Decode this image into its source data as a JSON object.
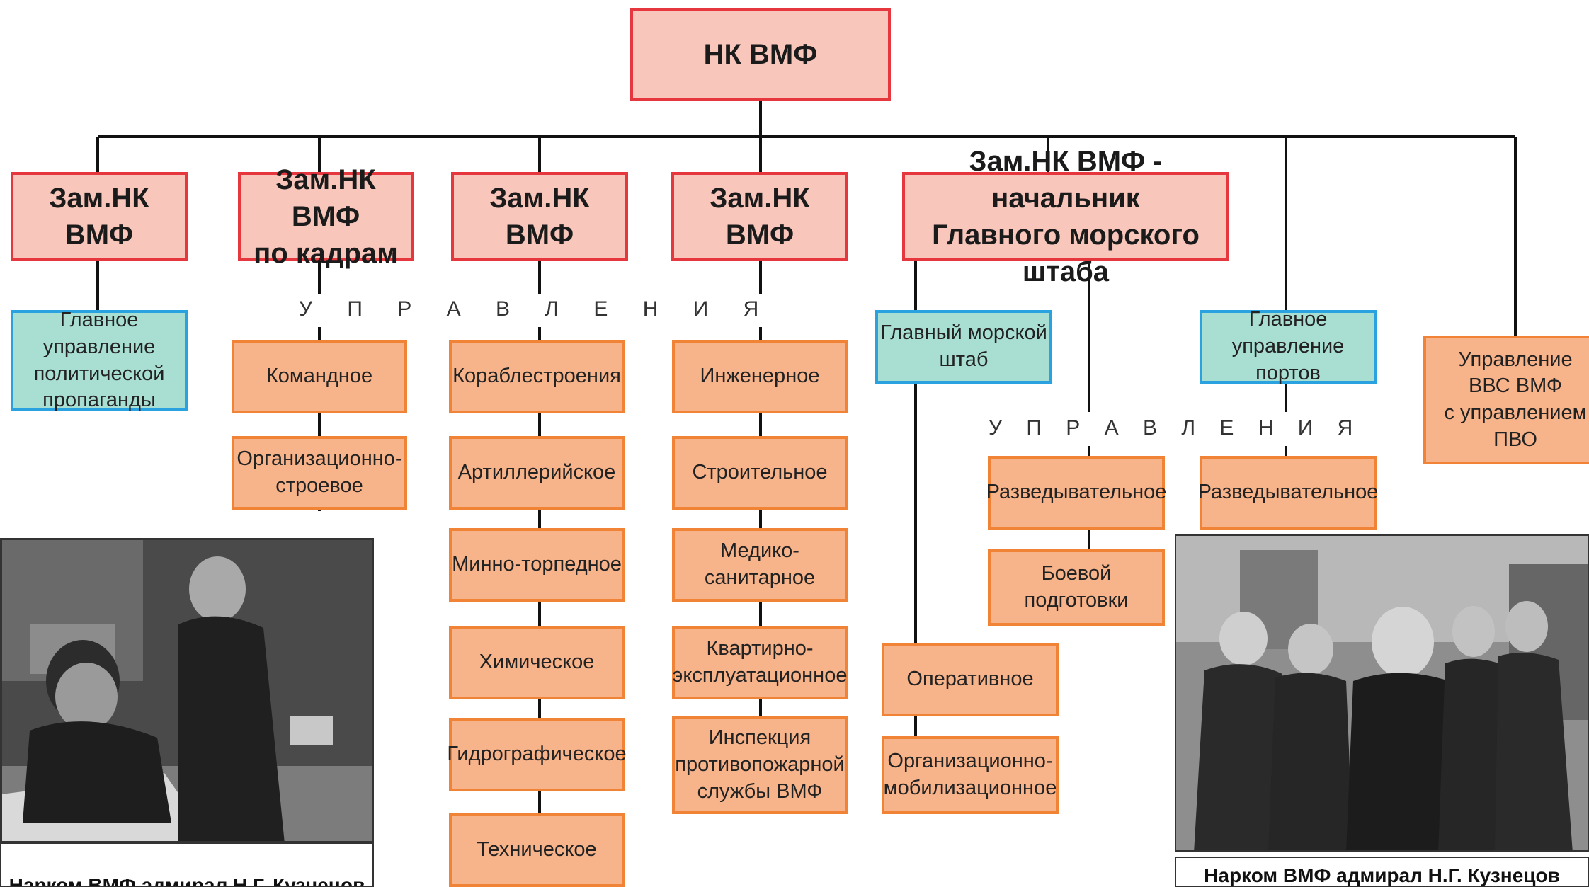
{
  "top": {
    "label": "НК ВМФ"
  },
  "deputies": [
    {
      "label": "Зам.НК ВМФ"
    },
    {
      "label": "Зам.НК ВМФ\nпо кадрам"
    },
    {
      "label": "Зам.НК ВМФ"
    },
    {
      "label": "Зам.НК ВМФ"
    },
    {
      "label": "Зам.НК ВМФ - начальник\nГлавного морского штаба"
    }
  ],
  "teal_units": [
    {
      "label": "Главное управление\nполитической\nпропаганды"
    },
    {
      "label": "Главный морской\nштаб"
    },
    {
      "label": "Главное управление\nпортов"
    }
  ],
  "air_force": {
    "label": "Управление\nВВС ВМФ\nс управлением ПВО"
  },
  "section_headers": {
    "left": "У П Р А В Л Е Н И Я",
    "right": "У П Р А В Л Е Н И Я"
  },
  "columns": {
    "cadres": [
      "Командное",
      "Организационно-\nстроевое"
    ],
    "shipbuilding": [
      "Кораблестроения",
      "Артиллерийское",
      "Минно-торпедное",
      "Химическое",
      "Гидрографическое",
      "Техническое"
    ],
    "engineering": [
      "Инженерное",
      "Строительное",
      "Медико-санитарное",
      "Квартирно-\nэксплуатационное",
      "Инспекция\nпротивопожарной\nслужбы ВМФ"
    ],
    "staff": [
      "Оперативное",
      "Организационно-\nмобилизационное"
    ],
    "gmsh": [
      "Разведывательное",
      "Боевой подготовки"
    ],
    "ports": [
      "Разведывательное"
    ]
  },
  "captions": {
    "left": "Нарком ВМФ адмирал Н.Г. Кузнецов\nи начальник ГМШ ВМФ",
    "right": "Нарком ВМФ адмирал Н.Г. Кузнецов"
  },
  "colors": {
    "red_border": "#e5373d",
    "red_fill": "#f8c6bb",
    "orange_border": "#f08336",
    "orange_fill": "#f7b38a",
    "teal_border": "#2aa2df",
    "teal_fill": "#a9dfd3"
  }
}
